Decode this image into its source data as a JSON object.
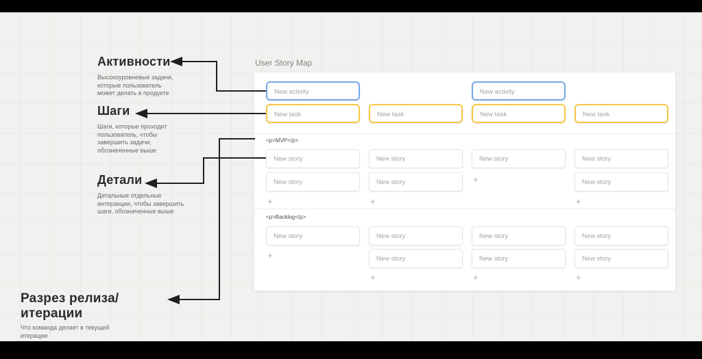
{
  "canvas": {
    "background": "#f2f1ef",
    "grid_line": "#e9e8e5",
    "letterbox": "#000000"
  },
  "annotations": {
    "activities": {
      "title": "Активности",
      "description": "Высокоуровневые задачи,\nкоторые пользователь\nможет делать в продукте"
    },
    "steps": {
      "title": "Шаги",
      "description": "Шаги, которые проходит\nпользователь, чтобы\nзавершить задачи,\nобозначенные выше"
    },
    "details": {
      "title": "Детали",
      "description": "Детальные отдельные\nинтеракции, чтобы завершить\nшаги, обозначенные выше"
    },
    "release": {
      "title": "Разрез релиза/итерации",
      "description": "Что команда делает в текущей\nитерации"
    }
  },
  "board": {
    "title": "User Story Map",
    "activity_label": "New activity",
    "task_label": "New task",
    "story_label": "New story",
    "add_label": "+",
    "sections": {
      "mvp": "<p>MVP</p>",
      "backlog": "<p>Backlog</p>"
    },
    "colors": {
      "activity_border": "#74a7e6",
      "task_border": "#f6c644",
      "story_border": "#e4e4e2",
      "panel": "#ffffff",
      "arrow": "#1f1f1f"
    }
  }
}
